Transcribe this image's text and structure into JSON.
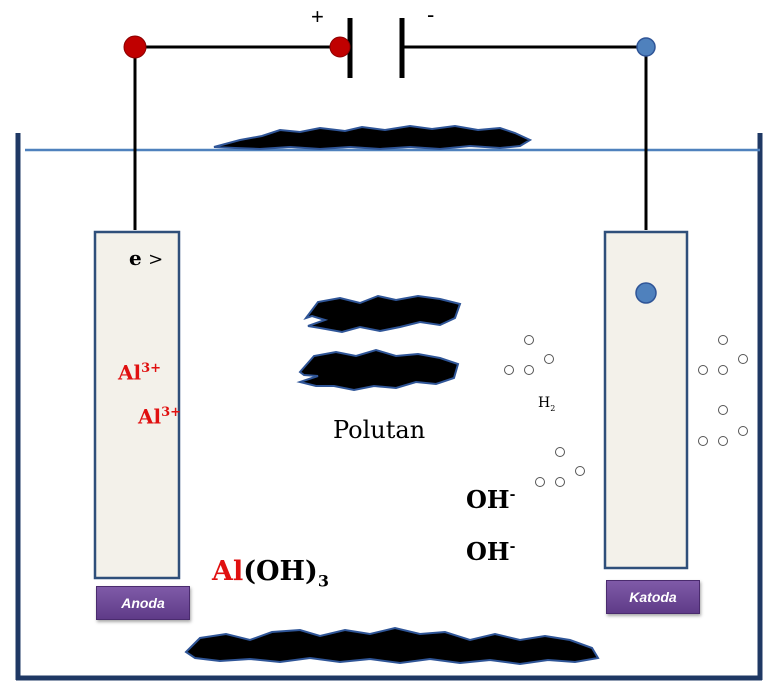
{
  "battery": {
    "positive": "+",
    "negative": "-"
  },
  "anode": {
    "electron": "e",
    "arrow": ">",
    "ion_base": "Al",
    "ion_charge": "3+",
    "label": "Anoda"
  },
  "cathode": {
    "label": "Katoda",
    "gas": "H",
    "gas_sub": "2"
  },
  "electrolyte": {
    "pollutant": "Polutan",
    "hydroxide": "OH",
    "hydroxide_charge": "-"
  },
  "product": {
    "metal": "Al",
    "group": "(OH)",
    "subscript": "3"
  },
  "colors": {
    "wire": "#000000",
    "positive_terminal": "#c00000",
    "negative_terminal": "#4f81bd",
    "electrode_fill": "#f3f1ea",
    "electrode_border": "#2f4f7a",
    "water_line": "#4f81bd",
    "label_bg": "#6a4796",
    "ion": "#e01010"
  }
}
